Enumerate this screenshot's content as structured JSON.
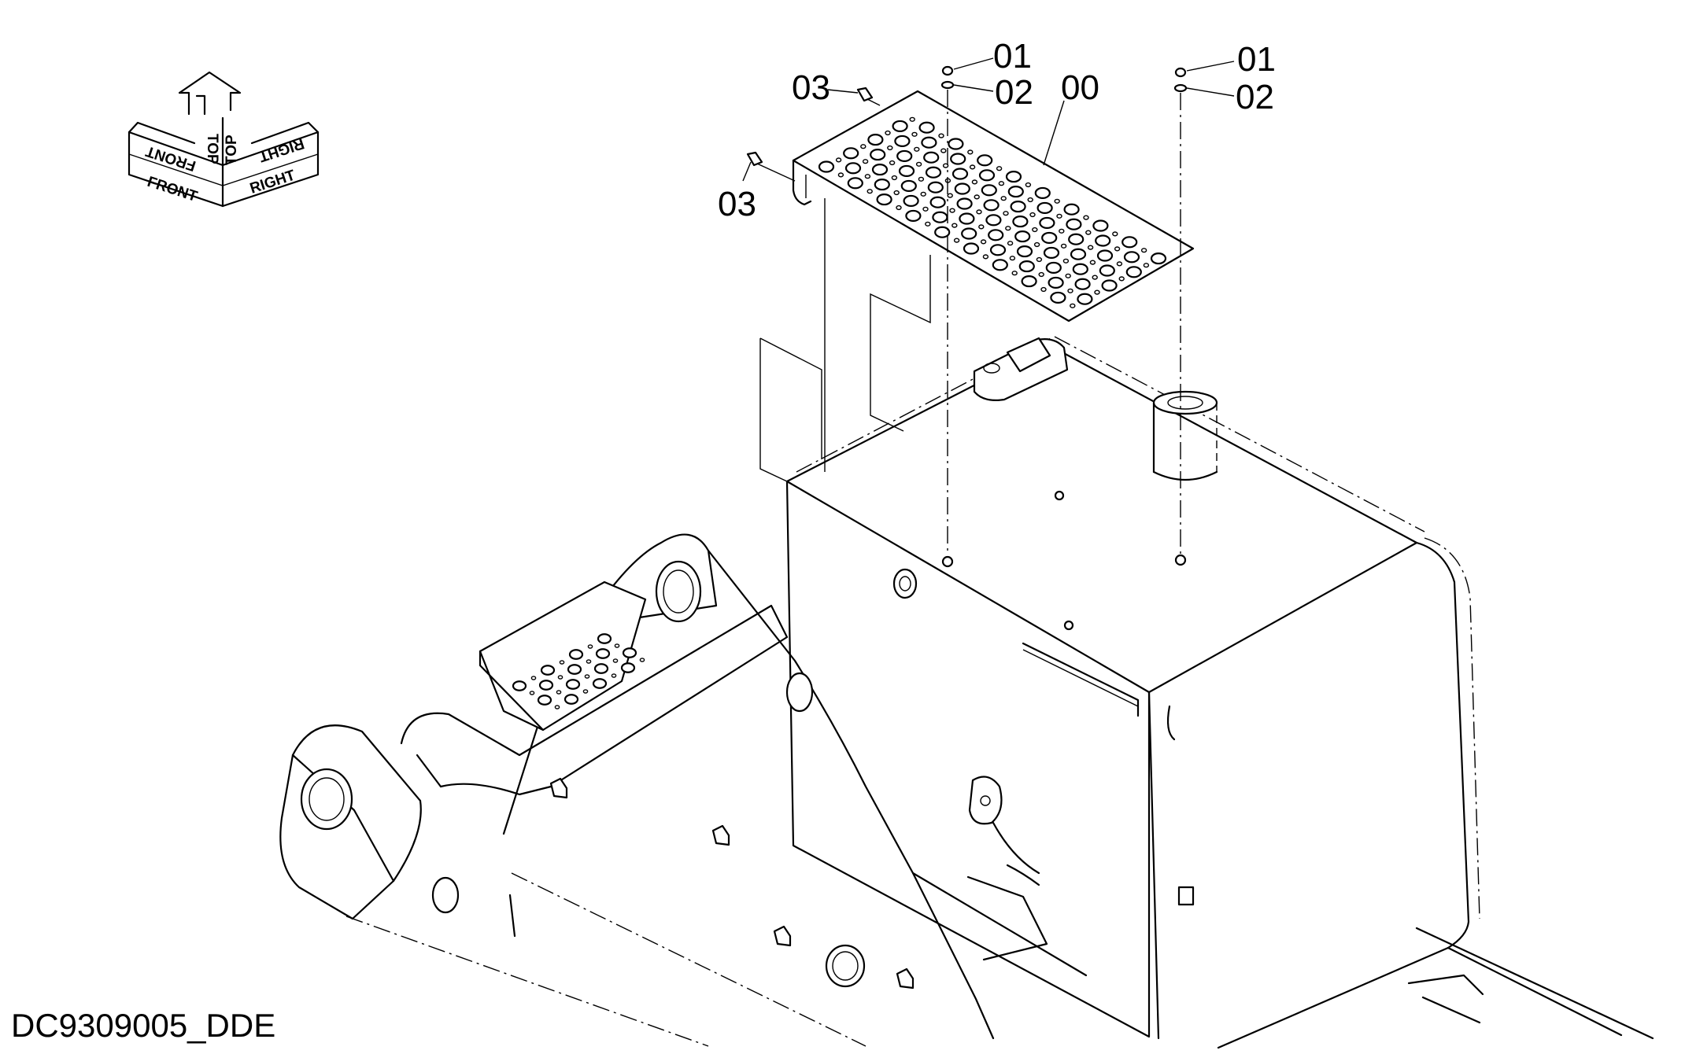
{
  "drawing": {
    "id": "DC9309005_DDE"
  },
  "orientation": {
    "labels": {
      "front": "FRONT",
      "top": "TOP",
      "right": "RIGHT"
    }
  },
  "callouts": [
    {
      "label": "01",
      "part": "nut"
    },
    {
      "label": "02",
      "part": "washer"
    },
    {
      "label": "00",
      "part": "step-plate"
    },
    {
      "label": "03",
      "part": "bolt"
    },
    {
      "label": "03",
      "part": "bolt"
    },
    {
      "label": "01",
      "part": "nut"
    },
    {
      "label": "02",
      "part": "washer"
    }
  ]
}
